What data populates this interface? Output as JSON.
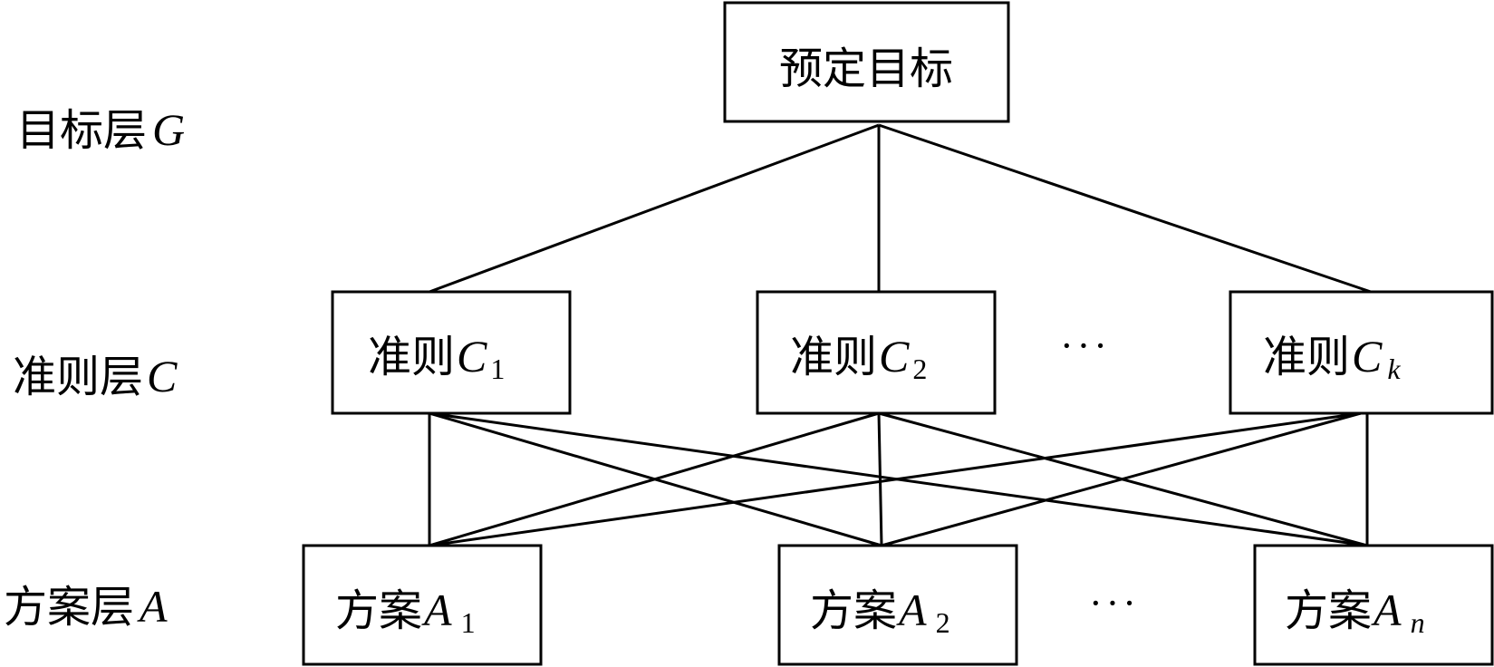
{
  "layers": {
    "goal": {
      "label": "目标层",
      "var": "G"
    },
    "criteria": {
      "label": "准则层",
      "var": "C"
    },
    "alternatives": {
      "label": "方案层",
      "var": "A"
    }
  },
  "goal_box": {
    "label": "预定目标"
  },
  "criteria_boxes": [
    {
      "label": "准则",
      "var": "C",
      "sub": "1"
    },
    {
      "label": "准则",
      "var": "C",
      "sub": "2"
    },
    {
      "label": "准则",
      "var": "C",
      "sub": "k"
    }
  ],
  "alternative_boxes": [
    {
      "label": "方案",
      "var": "A",
      "sub": "1"
    },
    {
      "label": "方案",
      "var": "A",
      "sub": "2"
    },
    {
      "label": "方案",
      "var": "A",
      "sub": "n"
    }
  ],
  "ellipsis": "···"
}
